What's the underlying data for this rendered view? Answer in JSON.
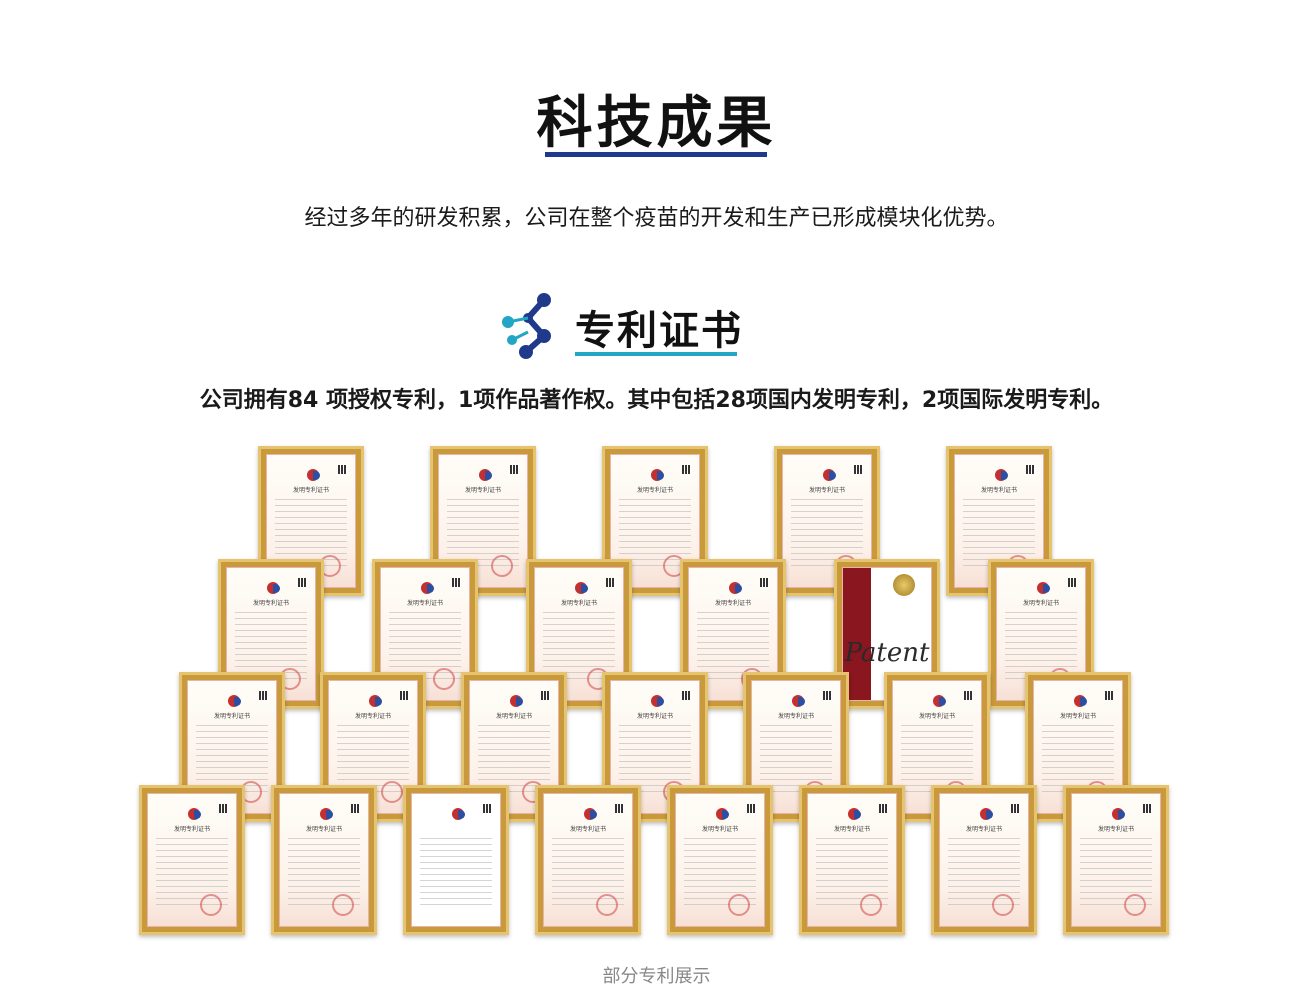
{
  "header": {
    "title": "科技成果"
  },
  "intro": "经过多年的研发积累，公司在整个疫苗的开发和生产已形成模块化优势。",
  "section": {
    "title": "专利证书"
  },
  "stats": "公司拥有84 项授权专利，1项作品著作权。其中包括28项国内发明专利，2项国际发明专利。",
  "certificate_title": "发明专利证书",
  "patent_word": "Patent",
  "caption": "部分专利展示",
  "colors": {
    "title_bar": "#1f3a8a",
    "sub_bar": "#22a6c4",
    "frame": "#c89a3c",
    "molecule_blue": "#1f3a8a",
    "molecule_cyan": "#22a6c4"
  }
}
